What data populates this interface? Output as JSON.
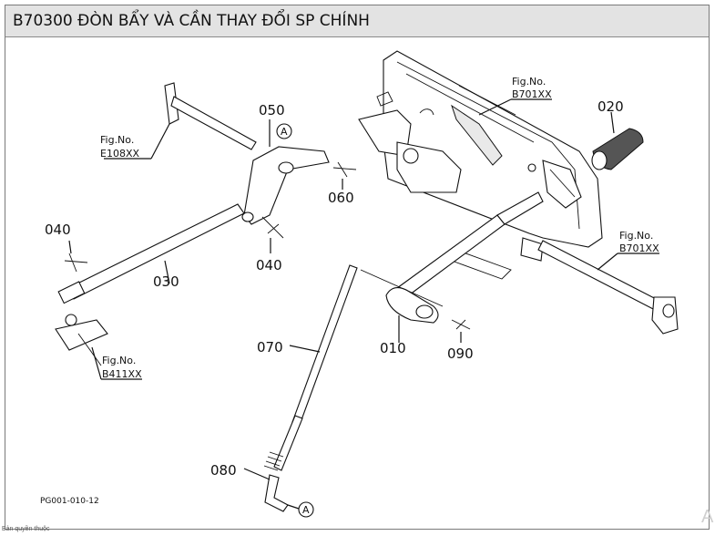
{
  "header": {
    "title": "B70300 ĐÒN BẨY VÀ CẦN THAY ĐỔI SP CHÍNH"
  },
  "parts": {
    "p010": "010",
    "p020": "020",
    "p030": "030",
    "p040a": "040",
    "p040b": "040",
    "p050": "050",
    "p060": "060",
    "p070": "070",
    "p080": "080",
    "p090": "090"
  },
  "figrefs": {
    "e108": {
      "label": "Fig.No.",
      "code": "E108XX"
    },
    "b701top": {
      "label": "Fig.No.",
      "code": "B701XX"
    },
    "b701right": {
      "label": "Fig.No.",
      "code": "B701XX"
    },
    "b411": {
      "label": "Fig.No.",
      "code": "B411XX"
    }
  },
  "markers": {
    "a_top": "A",
    "a_bottom": "A"
  },
  "page_code": "PG001-010-12",
  "footer": {
    "text": "Bản quyền thuộc"
  },
  "corner_mark": "A"
}
